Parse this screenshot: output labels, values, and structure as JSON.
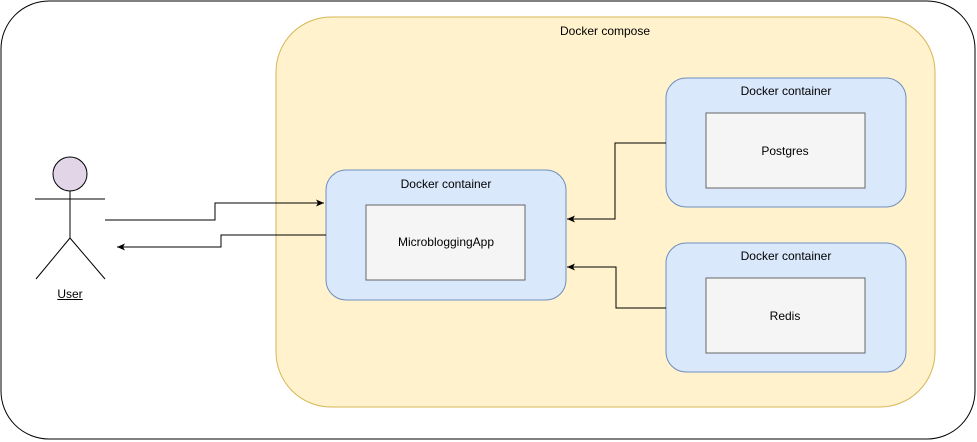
{
  "compose": {
    "label": "Docker compose"
  },
  "actor": {
    "label": "User"
  },
  "containers": [
    {
      "id": "app",
      "label": "Docker container",
      "service": "MicrobloggingApp"
    },
    {
      "id": "postgres",
      "label": "Docker container",
      "service": "Postgres"
    },
    {
      "id": "redis",
      "label": "Docker container",
      "service": "Redis"
    }
  ],
  "colors": {
    "compose_fill": "#fff2cc",
    "compose_stroke": "#d6b656",
    "container_fill": "#dae8fc",
    "container_stroke": "#6c8ebf",
    "service_fill": "#f5f5f5",
    "service_stroke": "#666666",
    "actor_head_fill": "#e1d5e7"
  }
}
